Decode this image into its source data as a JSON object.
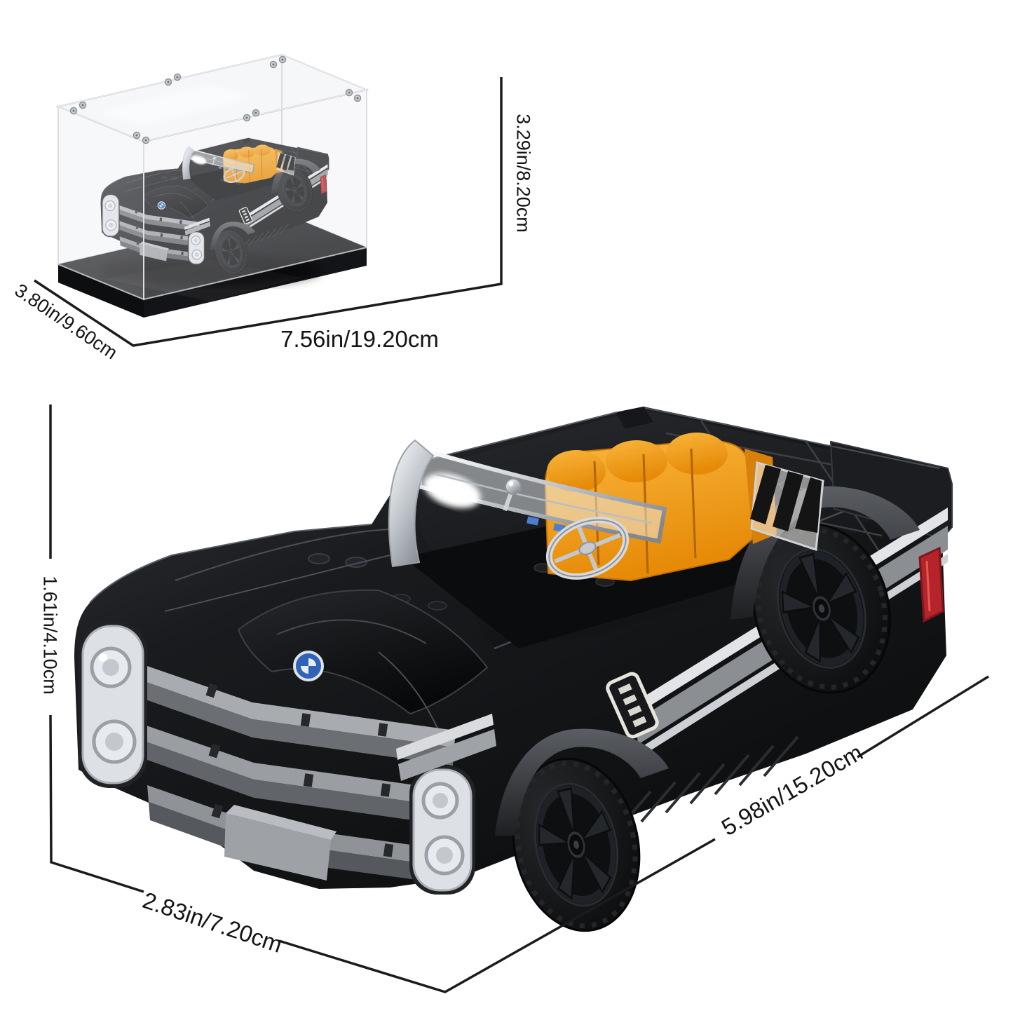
{
  "page": {
    "background_color": "#ffffff",
    "description": "Product dimension sheet: brick-built convertible car model shown inside an acrylic display case (top left) and enlarged (center), with measurement annotations"
  },
  "display_case": {
    "label": "acrylic-display-case-with-car",
    "dimensions": {
      "height": "3.29in/8.20cm",
      "length": "7.56in/19.20cm",
      "depth": "3.80in/9.60cm"
    }
  },
  "car_model": {
    "label": "brick-built-convertible-sports-car",
    "dimensions": {
      "height": "1.61in/4.10cm",
      "width": "2.83in/7.20cm",
      "length": "5.98in/15.20cm"
    },
    "colors": {
      "body": "#121316",
      "seats_orange": "#f0960e",
      "windshield_chrome": "#d7dade",
      "stripe_silver": "#d3d6da",
      "stripe_gray": "#8b8e93",
      "hood_badge_blue": "#2f63b8",
      "taillight_red": "#b5242b",
      "grille_gray": "#9b9ea3",
      "dimension_line": "#1b1b1b",
      "text": "#141414"
    }
  }
}
